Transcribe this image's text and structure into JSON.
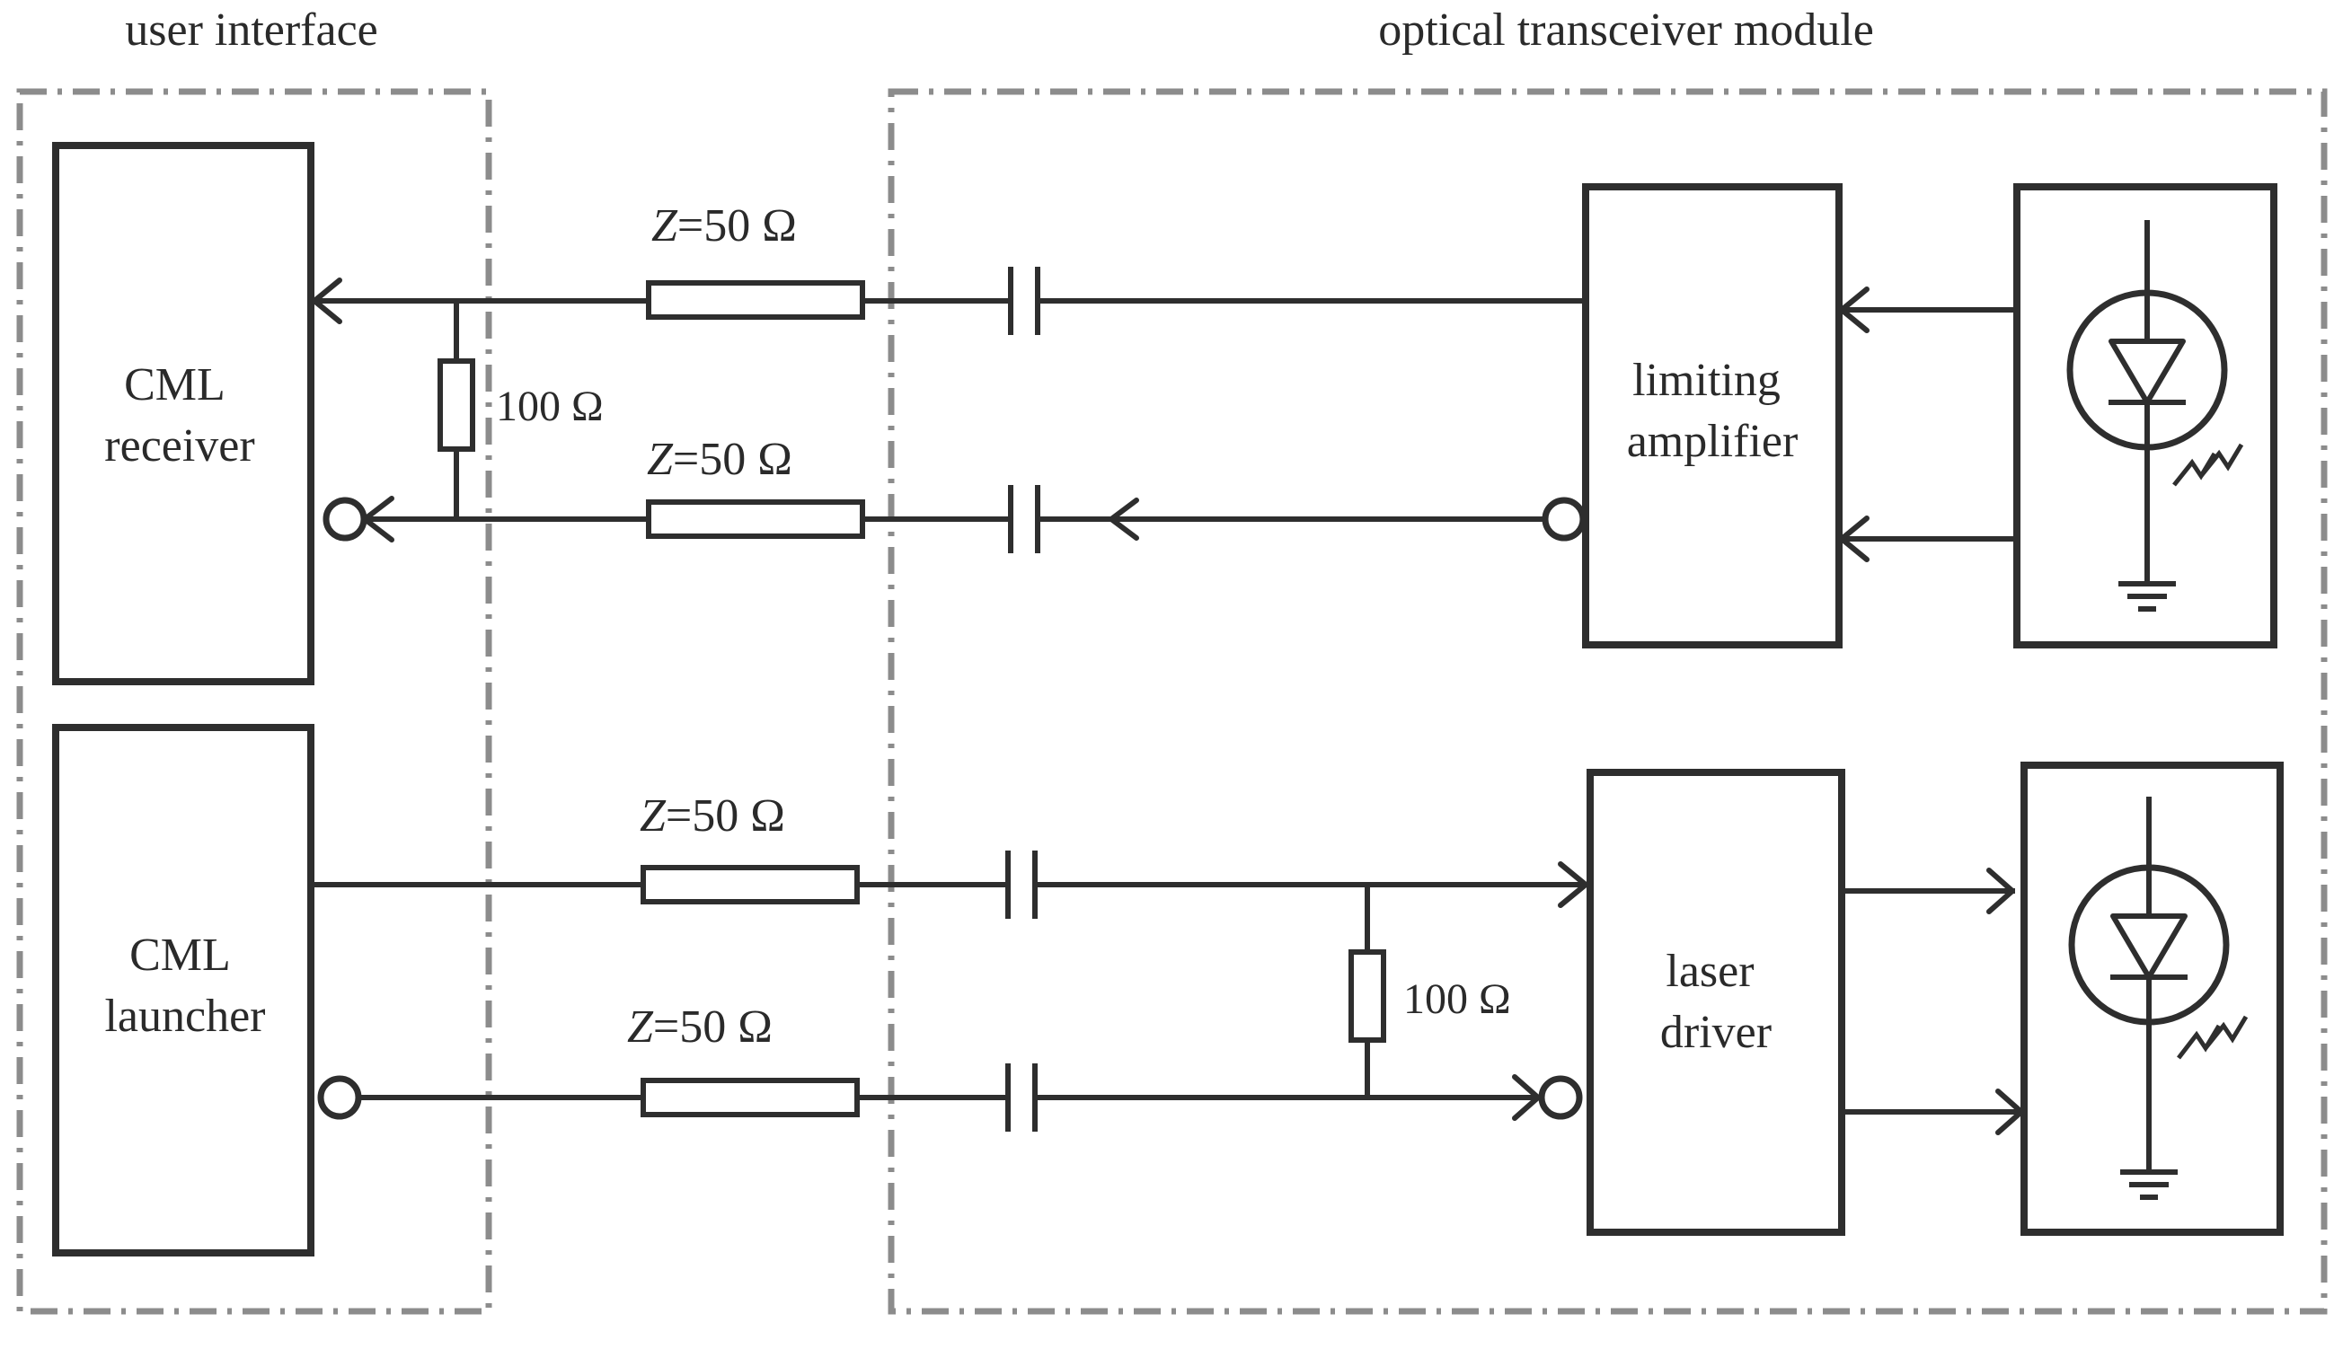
{
  "regions": {
    "user_interface": "user interface",
    "optical_module": "optical transceiver module"
  },
  "blocks": {
    "cml_receiver": [
      "CML",
      "receiver"
    ],
    "cml_launcher": [
      "CML",
      "launcher"
    ],
    "limiting_amplifier": [
      "limiting",
      "amplifier"
    ],
    "laser_driver": [
      "laser",
      "driver"
    ]
  },
  "impedance": {
    "z_label": "Z",
    "z_value": "=50 Ω",
    "termination": "100 Ω"
  }
}
